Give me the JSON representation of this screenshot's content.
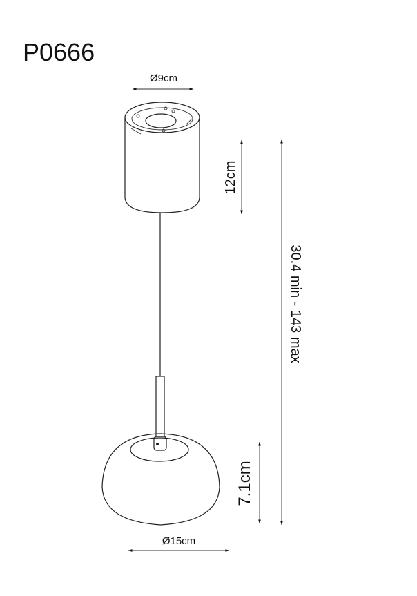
{
  "title": "P0666",
  "dimensions": {
    "canopy_diameter": "Ø9cm",
    "canopy_height": "12cm",
    "total_height": "30.4 min - 143 max",
    "shade_height": "7.1cm",
    "shade_diameter": "Ø15cm"
  },
  "colors": {
    "line": "#222222",
    "background": "#ffffff"
  }
}
